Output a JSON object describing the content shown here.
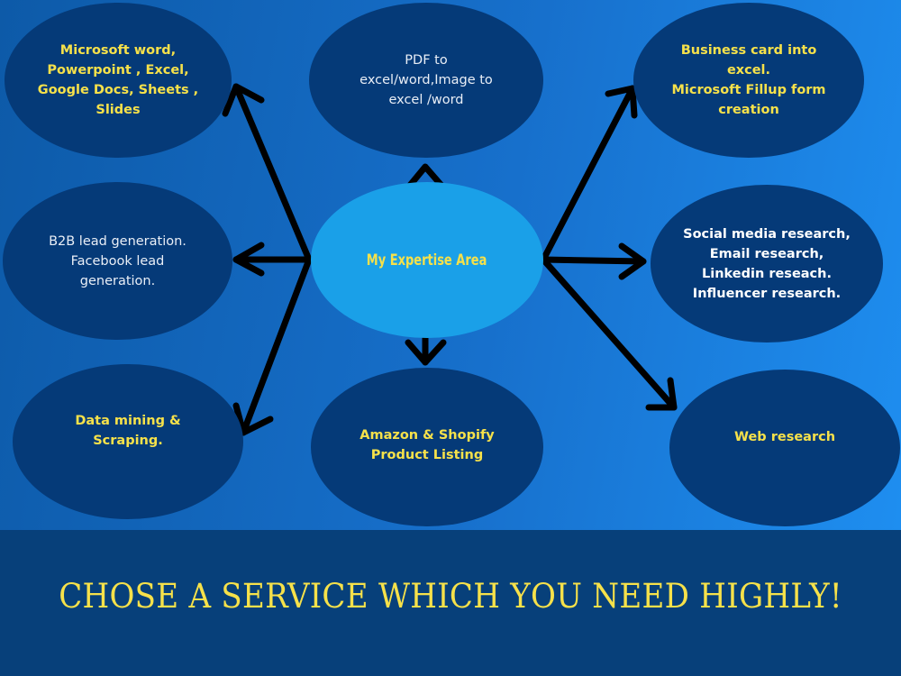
{
  "center": {
    "label": "My Expertise Area"
  },
  "nodes": {
    "office": "Microsoft word,\nPowerpoint , Excel,\nGoogle Docs, Sheets ,\nSlides",
    "pdf": "PDF to\nexcel/word,Image to\nexcel /word",
    "business_card": "Business card into\nexcel.\nMicrosoft Fillup form\ncreation",
    "b2b": "B2B lead generation.\nFacebook lead\ngeneration.",
    "social": "Social media research,\nEmail research,\nLinkedin reseach.\nInfluencer research.",
    "data_mining": "Data mining &\nScraping.",
    "amazon": "Amazon & Shopify\nProduct Listing",
    "web": "Web research"
  },
  "tagline": "CHOSE A SERVICE WHICH YOU NEED HIGHLY!",
  "colors": {
    "background": "#1770cc",
    "bubble": "#053a78",
    "center_bubble": "#1aa0e8",
    "banner": "#07407a",
    "highlight_text": "#f6e14a",
    "arrow": "#000000"
  }
}
